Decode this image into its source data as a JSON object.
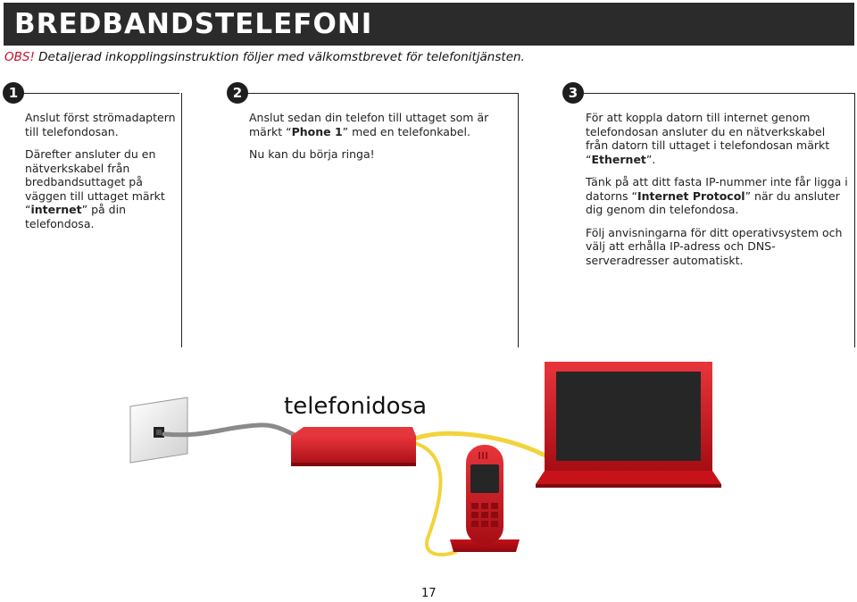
{
  "header": {
    "title": "BREDBANDSTELEFONI",
    "note_prefix": "OBS!",
    "note_text": " Detaljerad inkopplingsinstruktion följer med välkomstbrevet för telefonitjänsten."
  },
  "steps": [
    {
      "number": "1",
      "p1": "Anslut först strömadaptern till telefondosan.",
      "p2_pre": "Därefter ansluter du en nätverkskabel från bredbandsuttaget på väggen till uttaget märkt “",
      "p2_bold": "internet",
      "p2_post": "” på din telefondosa."
    },
    {
      "number": "2",
      "p1_pre": "Anslut sedan din telefon till uttaget som är märkt “",
      "p1_bold": "Phone 1",
      "p1_post": "” med en telefonkabel.",
      "p2": "Nu kan du börja ringa!"
    },
    {
      "number": "3",
      "p1_pre": "För att koppla datorn till internet genom telefondosan ansluter du en nätverkskabel från datorn till uttaget i telefondosan märkt “",
      "p1_bold": "Ethernet",
      "p1_post": "”.",
      "p2_pre": "Tänk på att ditt fasta IP-nummer inte får ligga i datorns “",
      "p2_bold": "Internet Protocol",
      "p2_post": "” när du ansluter dig genom din telefondosa.",
      "p3": "Följ anvisningarna för ditt operativsystem och välj att erhålla IP-adress och DNS-serveradresser automatiskt."
    }
  ],
  "illustration": {
    "label": "telefonidosa",
    "colors": {
      "device_red": "#d0121b",
      "cable_grey": "#8a8a8a",
      "cable_yellow": "#f2d33a",
      "screen": "#262626"
    }
  },
  "footer": {
    "page_number": "17"
  }
}
